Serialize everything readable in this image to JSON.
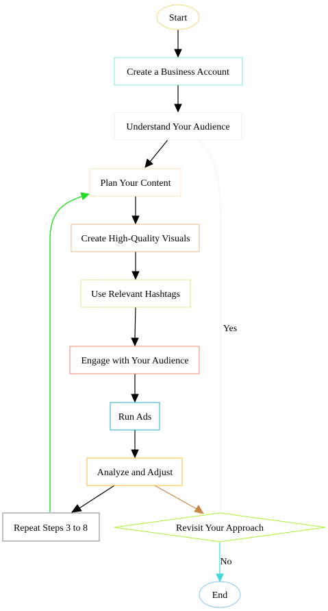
{
  "nodes": {
    "start": {
      "label": "Start",
      "color": "#f0d97a"
    },
    "create_account": {
      "label": "Create a Business Account",
      "color": "#7fe8d8"
    },
    "understand_audience": {
      "label": "Understand Your Audience",
      "color": "#eef0f0"
    },
    "plan_content": {
      "label": "Plan Your Content",
      "color": "#ffe0b0"
    },
    "create_visuals": {
      "label": "Create High-Quality Visuals",
      "color": "#e8b88a"
    },
    "use_hashtags": {
      "label": "Use Relevant Hashtags",
      "color": "#c8f08a"
    },
    "engage_audience": {
      "label": "Engage with Your Audience",
      "color": "#f08a70"
    },
    "run_ads": {
      "label": "Run Ads",
      "color": "#20a8d0"
    },
    "analyze_adjust": {
      "label": "Analyze and Adjust",
      "color": "#f0c030"
    },
    "repeat_steps": {
      "label": "Repeat Steps 3 to 8",
      "color": "#808080"
    },
    "revisit_approach": {
      "label": "Revisit Your Approach",
      "color": "#a8f030"
    },
    "end": {
      "label": "End",
      "color": "#80c8f0"
    }
  },
  "edges": {
    "yes_label": "Yes",
    "no_label": "No",
    "loop_color": "#22dd22",
    "to_decision_color": "#c8884a",
    "yes_color": "#f4f4f4",
    "no_color": "#40d8d8",
    "default_color": "#000000"
  }
}
